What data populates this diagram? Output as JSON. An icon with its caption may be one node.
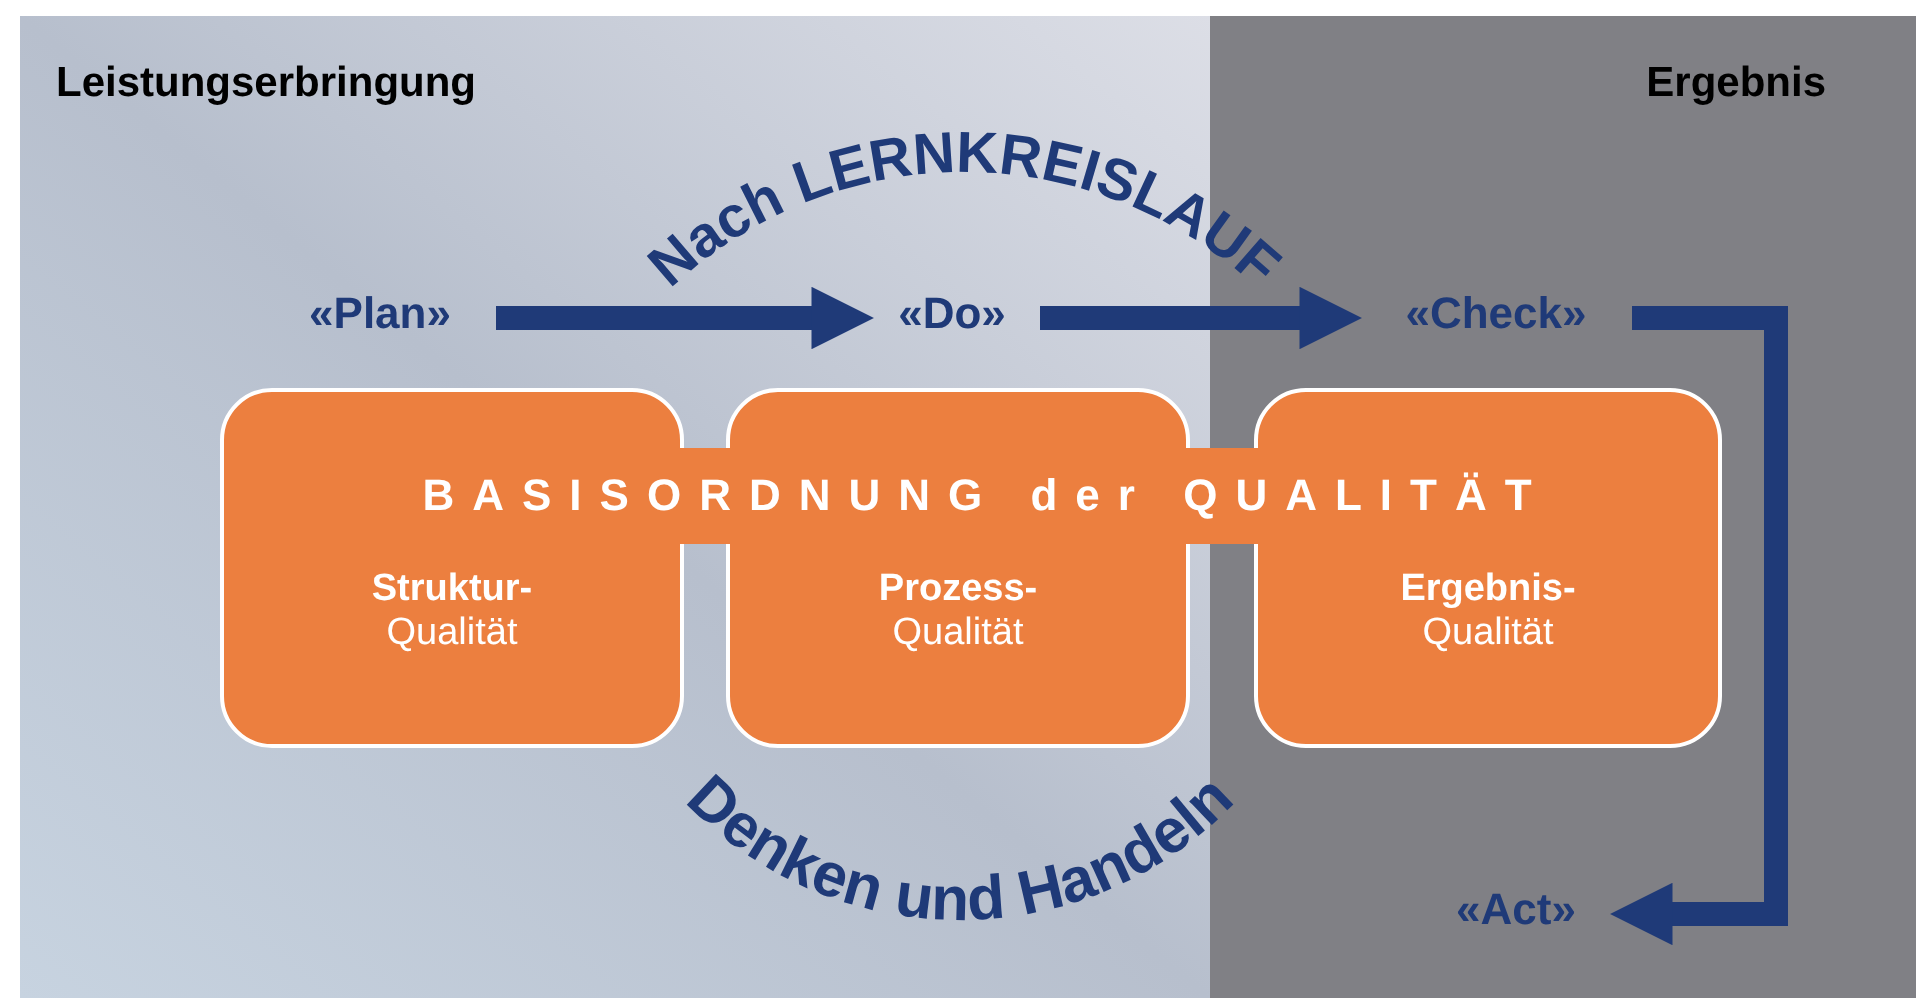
{
  "diagram": {
    "nodes": [
      {
        "text": [
          "«Plan»"
        ]
      },
      {
        "text": [
          "«Do»"
        ]
      },
      {
        "text": [
          "«Check»"
        ]
      },
      {
        "text": [
          "«Act»"
        ]
      },
      {
        "text": [
          "Struktur-",
          "Qualität"
        ]
      },
      {
        "text": [
          "Prozess-",
          "Qualität"
        ]
      },
      {
        "text": [
          "Ergebnis-",
          "Qualität"
        ]
      },
      {
        "text": [
          "BASISORDNUNG der QUALITÄT"
        ]
      }
    ],
    "edges": [
      {
        "from": 0,
        "to": 1,
        "arrow": "to"
      },
      {
        "from": 1,
        "to": 2,
        "arrow": "to"
      },
      {
        "from": 2,
        "to": 3,
        "arrow": "to"
      }
    ],
    "labels": [
      "Leistungserbringung",
      "Ergebnis",
      "Nach LERNKREISLAUF",
      "Denken und Handeln"
    ]
  }
}
